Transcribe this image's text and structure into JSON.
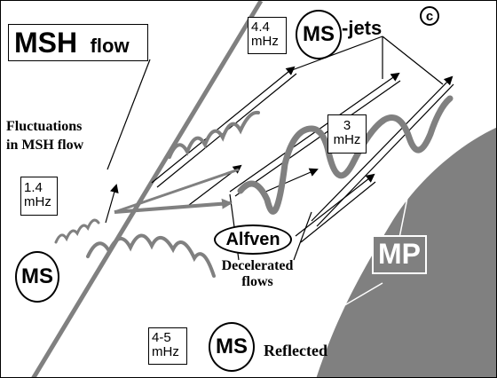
{
  "title_box": {
    "main": "MSH",
    "sub": "flow"
  },
  "panel_marker": "c",
  "fluctuations_label": "Fluctuations\nin MSH flow",
  "freq_labels": {
    "f1": "1.4\nmHz",
    "f2": "4.4\nmHz",
    "f3": "3\nmHz",
    "f4": "4-5\nmHz"
  },
  "ms_label": "MS",
  "jets_suffix": "-jets",
  "alfven_label": "Alfven",
  "decelerated_label": "Decelerated\nflows",
  "reflected_label": "Reflected",
  "mp_label": "MP",
  "colors": {
    "gray": "#808080",
    "black": "#000000",
    "white": "#ffffff"
  }
}
